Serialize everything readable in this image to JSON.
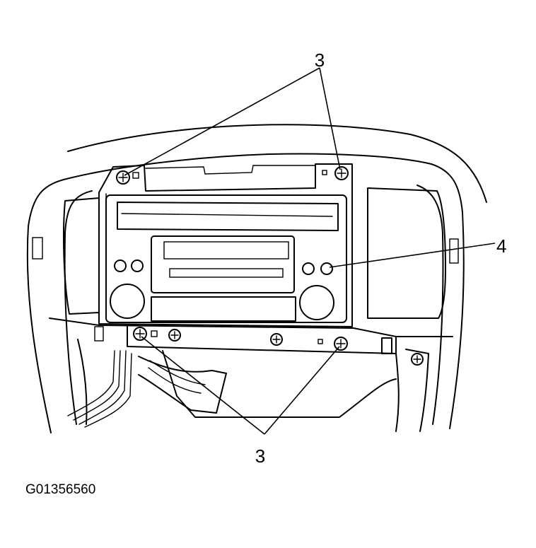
{
  "callouts": {
    "screws_top": "3",
    "radio_unit": "4",
    "screws_bottom": "3"
  },
  "figure_code": "G01356560",
  "colors": {
    "line": "#000000",
    "background": "#ffffff"
  }
}
